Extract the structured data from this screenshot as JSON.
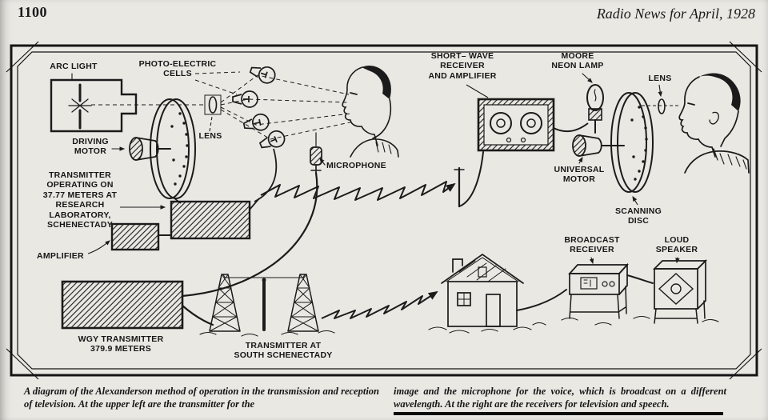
{
  "page": {
    "page_number": "1100",
    "masthead": "Radio News for April, 1928"
  },
  "palette": {
    "paper": "#e9e8e3",
    "ink": "#1b1b1b"
  },
  "diagram": {
    "labels": {
      "arc_light": [
        "ARC LIGHT"
      ],
      "photo_electric_cells": [
        "PHOTO-ELECTRIC",
        "CELLS"
      ],
      "lens_left": [
        "LENS"
      ],
      "driving_motor": [
        "DRIVING",
        "MOTOR"
      ],
      "transmitter_operating": [
        "TRANSMITTER",
        "OPERATING ON",
        "37.77 METERS AT",
        "RESEARCH",
        "LABORATORY,",
        "SCHENECTADY"
      ],
      "amplifier": [
        "AMPLIFIER"
      ],
      "microphone": [
        "MICROPHONE"
      ],
      "short_wave_receiver": [
        "SHORT– WAVE",
        "RECEIVER",
        "AND AMPLIFIER"
      ],
      "moore_neon_lamp": [
        "MOORE",
        "NEON LAMP"
      ],
      "lens_right": [
        "LENS"
      ],
      "universal_motor": [
        "UNIVERSAL",
        "MOTOR"
      ],
      "scanning_disc": [
        "SCANNING",
        "DISC"
      ],
      "broadcast_receiver": [
        "BROADCAST",
        "RECEIVER"
      ],
      "loud_speaker": [
        "LOUD",
        "SPEAKER"
      ],
      "wgy_transmitter": [
        "WGY  TRANSMITTER",
        "379.9  METERS"
      ],
      "transmitter_south": [
        "TRANSMITTER AT",
        "SOUTH  SCHENECTADY"
      ]
    },
    "caption": {
      "left": "A diagram of the Alexanderson method of operation in the transmission and reception of television.  At the upper left are the transmitter for the",
      "right": "image and the microphone for the voice, which is broadcast on a different wavelength.  At the right are the receivers for television and speech."
    }
  }
}
